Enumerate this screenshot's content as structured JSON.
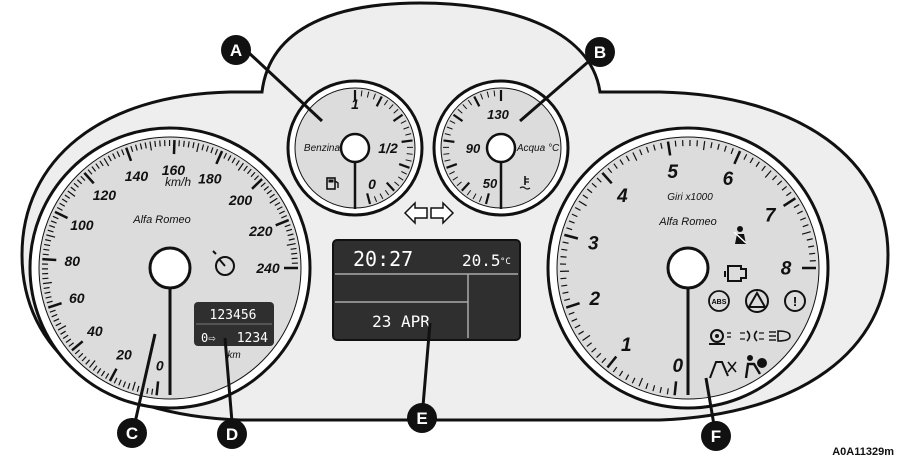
{
  "figure_code": "A0A11329m",
  "callouts": [
    "A",
    "B",
    "C",
    "D",
    "E",
    "F"
  ],
  "fuel_gauge": {
    "label": "Benzina",
    "marks": [
      "1",
      "1/2",
      "0"
    ],
    "icon": "fuel-pump-icon"
  },
  "temp_gauge": {
    "label": "Acqua °C",
    "marks": [
      "130",
      "90",
      "50"
    ],
    "icon": "coolant-temperature-icon"
  },
  "speedometer": {
    "unit": "km/h",
    "brand": "Alfa Romeo",
    "numbers": [
      "0",
      "20",
      "40",
      "60",
      "80",
      "100",
      "120",
      "140",
      "160",
      "180",
      "200",
      "220",
      "240"
    ],
    "icon": "cruise-control-icon"
  },
  "odometer": {
    "total": "123456",
    "trip": "1234",
    "unit": "km"
  },
  "center_display": {
    "time": "20:27",
    "outside_temp": "20.5",
    "temp_unit": "°C",
    "date": "23 APR"
  },
  "tachometer": {
    "unit_label": "Giri x1000",
    "brand": "Alfa Romeo",
    "numbers": [
      "0",
      "1",
      "2",
      "3",
      "4",
      "5",
      "6",
      "7",
      "8"
    ],
    "warning_lights": [
      "ABS",
      "!"
    ],
    "icons": [
      "seatbelt-icon",
      "engine-check-icon",
      "abs-icon",
      "hazard-warning-icon",
      "brake-warning-icon",
      "glow-plug-icon",
      "sidelights-icon",
      "high-beam-icon",
      "seatbelt-pretensioner-icon",
      "airbag-icon"
    ]
  },
  "turn_indicators": [
    "turn-left-icon",
    "turn-right-icon"
  ]
}
